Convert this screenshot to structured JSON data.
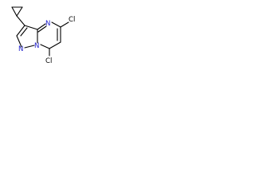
{
  "molecule": {
    "atom_labels": {
      "chlorine_top": "Cl",
      "chlorine_bottom": "Cl",
      "nitrogen_pyrimidine": "N",
      "nitrogen_fused": "N",
      "nitrogen_pyrazole": "N"
    },
    "colors": {
      "bond": "#000000",
      "nitrogen": "#1f1fcc",
      "chlorine": "#000000"
    },
    "substituents": [
      "cyclopropyl",
      "chloro",
      "chloro"
    ],
    "ring_system": "pyrazolo-pyrimidine"
  }
}
